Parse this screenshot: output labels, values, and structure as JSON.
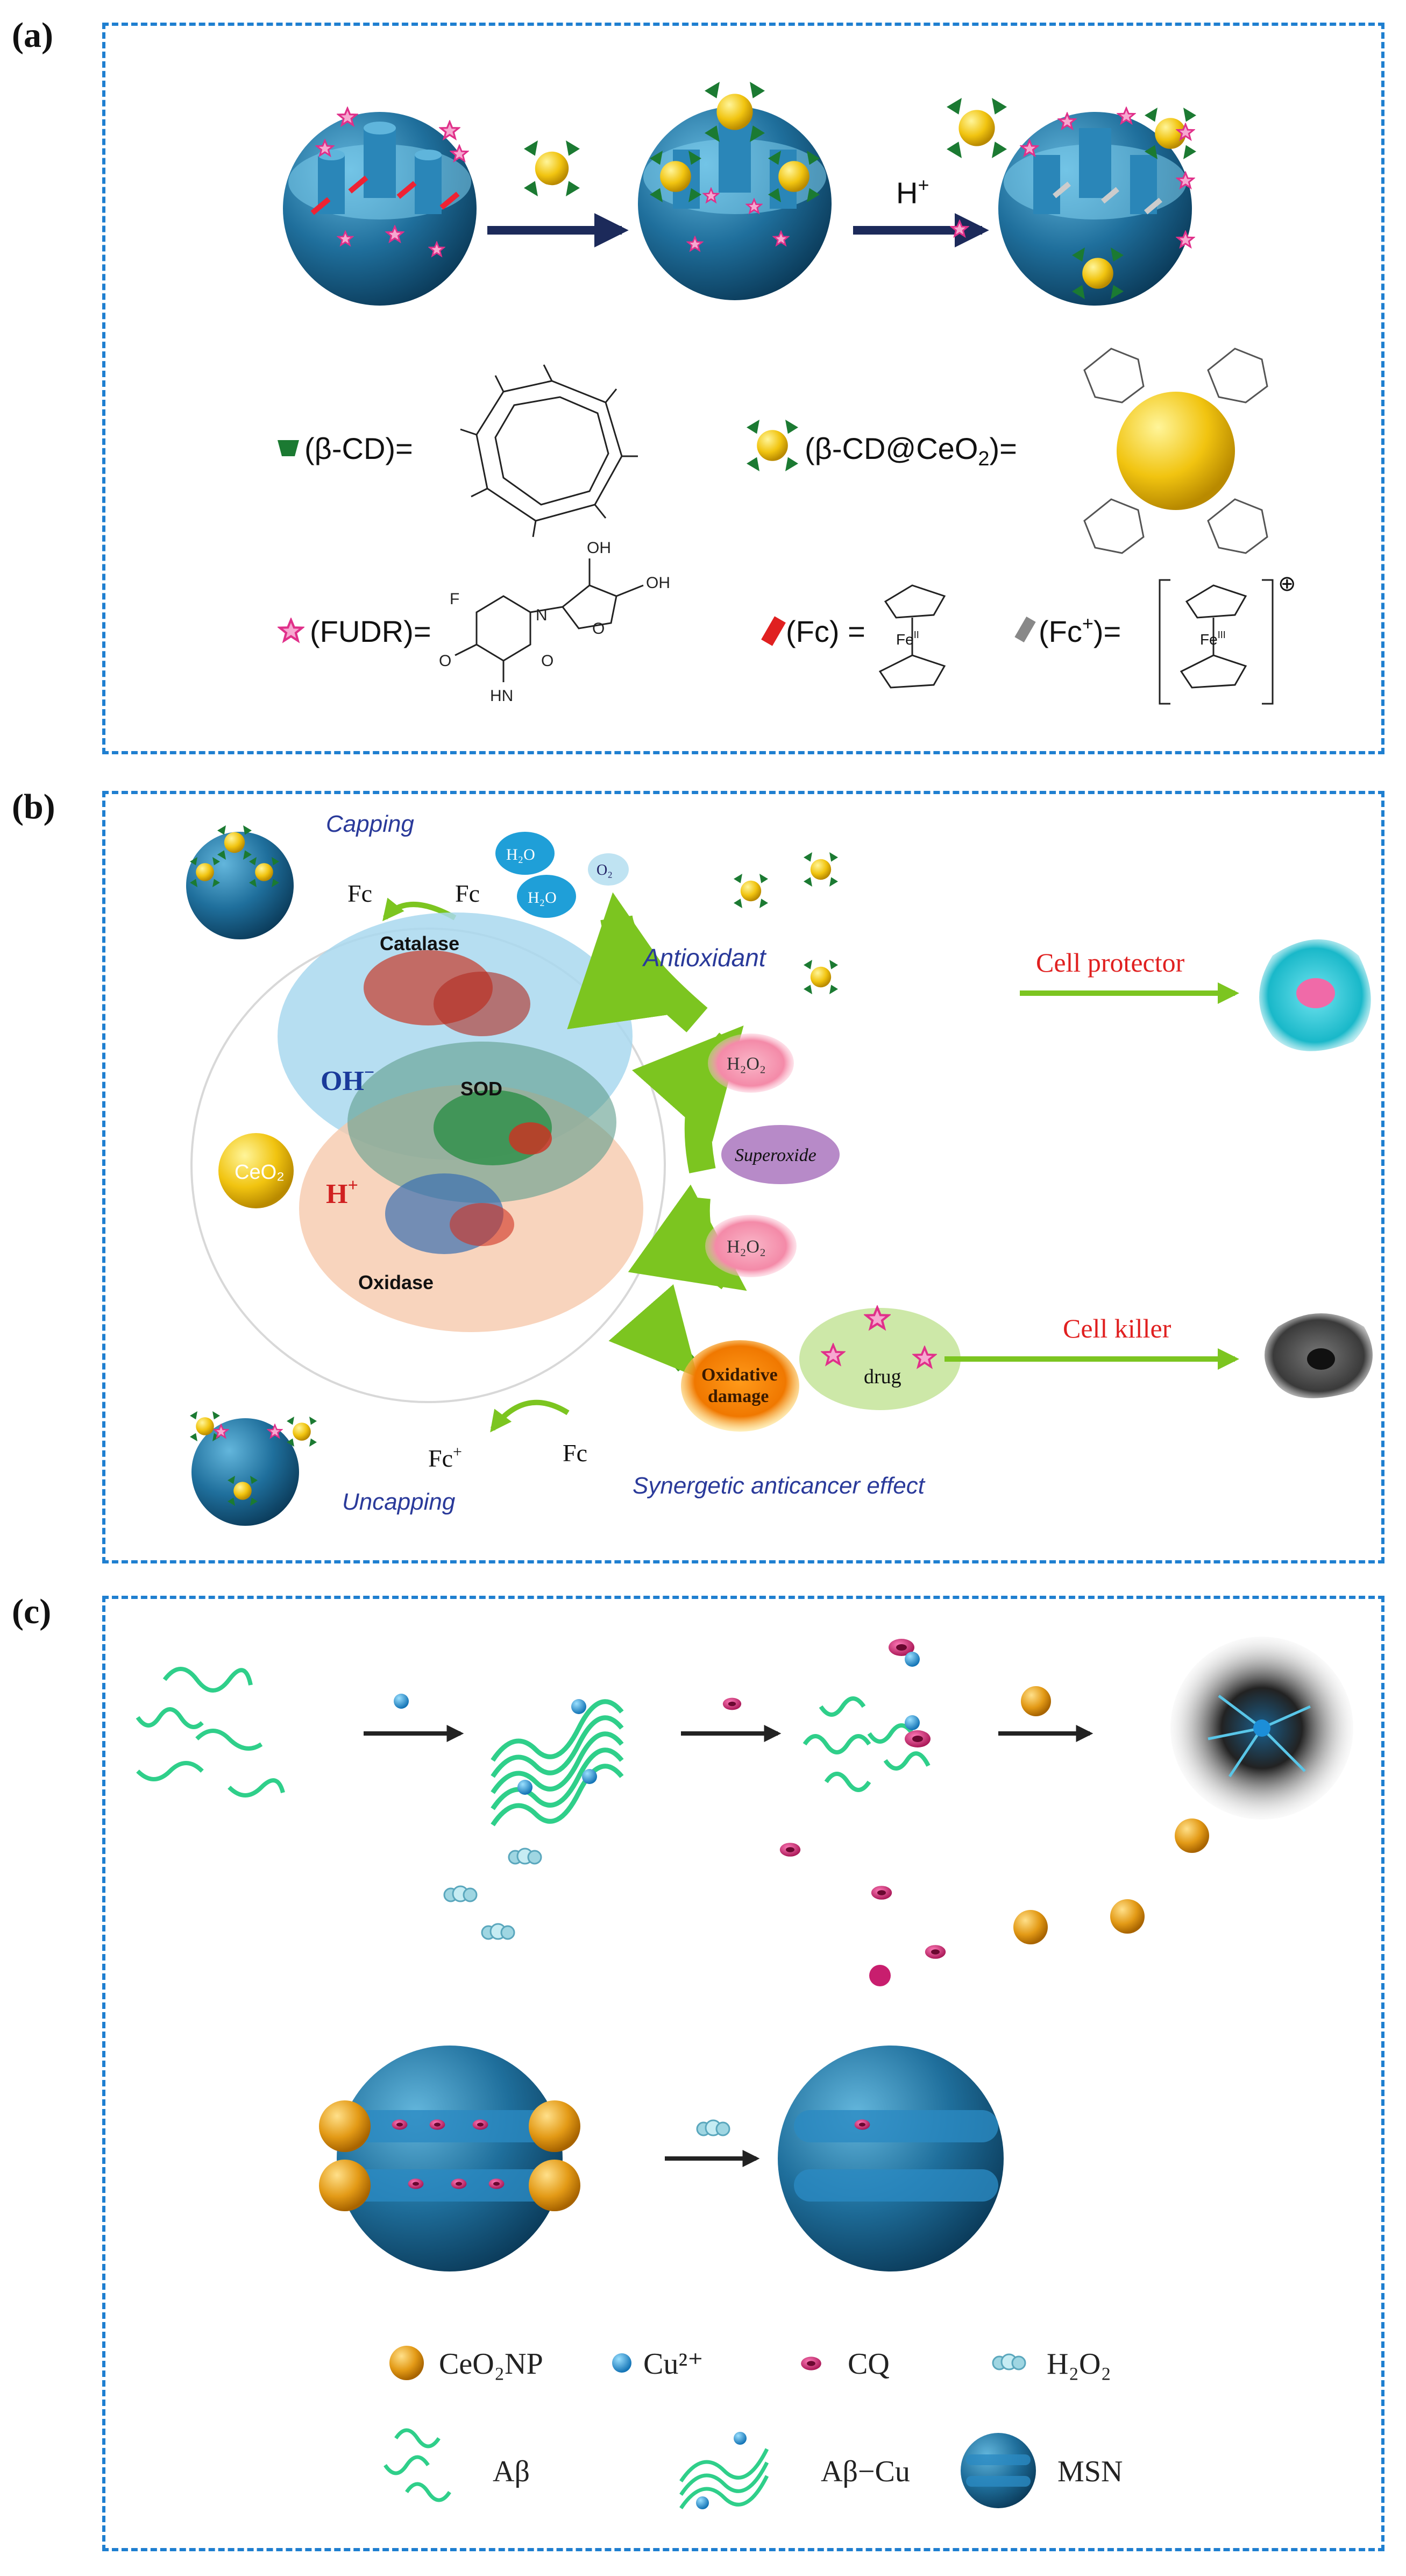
{
  "panels": {
    "a": {
      "label": "(a)",
      "arrow_label_html": "H",
      "arrow_label_sup": "+",
      "legend": {
        "cd": "(β-CD)=",
        "cdceo2_a": "(β-CD@CeO",
        "cdceo2_sub": "2",
        "cdceo2_b": ")=",
        "fudr": "(FUDR)=",
        "fc": "(Fc)  =",
        "fcplus_a": "(Fc",
        "fcplus_sup": "+",
        "fcplus_b": ")=",
        "fe2": "Fe",
        "fe2_sup": "II",
        "fe3": "Fe",
        "fe3_sup": "III",
        "fudr_F": "F",
        "fudr_O": "O",
        "fudr_OH": "OH",
        "fudr_N": "N",
        "fudr_HN": "HN",
        "charge": "⊕"
      }
    },
    "b": {
      "label": "(b)",
      "capping": "Capping",
      "uncapping": "Uncapping",
      "fc": "Fc",
      "fc_plus": "Fc",
      "fc_plus_sup": "+",
      "h2o": "H₂O",
      "o2": "O₂",
      "antioxidant": "Antioxidant",
      "catalase": "Catalase",
      "sod": "SOD",
      "oxidase": "Oxidase",
      "oh": "OH",
      "oh_sup": "−",
      "h": "H",
      "h_sup": "+",
      "ceo2": "CeO₂",
      "h2o2": "H₂O₂",
      "superoxide": "Superoxide",
      "oxidative_damage_1": "Oxidative",
      "oxidative_damage_2": "damage",
      "drug": "drug",
      "cell_protector": "Cell protector",
      "cell_killer": "Cell killer",
      "synergetic": "Synergetic anticancer effect"
    },
    "c": {
      "label": "(c)",
      "legend": {
        "ceo2np": "CeO₂NP",
        "cu": "Cu²⁺",
        "cq": "CQ",
        "h2o2": "H₂O₂",
        "abeta": "Aβ",
        "abeta_cu": "Aβ−Cu",
        "msn": "MSN"
      }
    }
  },
  "colors": {
    "frame": "#1f7fd0",
    "sphere": "#1e6f9a",
    "gold": "#f0c020",
    "green_leaf": "#1e8a3a",
    "pink_star": "#e8368f",
    "arrow_green": "#7cc520",
    "cell_protector_red": "#e02020",
    "ab_green": "#2fcf8a",
    "cq_magenta": "#c81e6e",
    "ceo2_orange": "#e59a18",
    "cu_blue": "#1c8ed8",
    "h2o2_teal": "#7fc6d6"
  }
}
